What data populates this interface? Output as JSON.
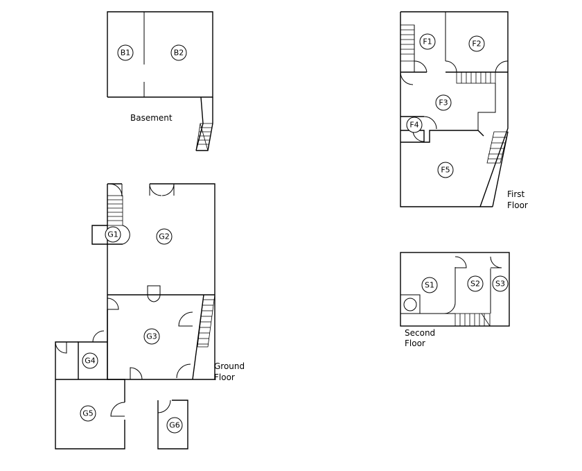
{
  "floors": {
    "basement": {
      "label": [
        "Basement"
      ]
    },
    "ground": {
      "label": [
        "Ground",
        "Floor"
      ]
    },
    "first": {
      "label": [
        "First",
        "Floor"
      ]
    },
    "second": {
      "label": [
        "Second",
        "Floor"
      ]
    }
  },
  "rooms": {
    "B1": "B1",
    "B2": "B2",
    "G1": "G1",
    "G2": "G2",
    "G3": "G3",
    "G4": "G4",
    "G5": "G5",
    "G6": "G6",
    "F1": "F1",
    "F2": "F2",
    "F3": "F3",
    "F4": "F4",
    "F5": "F5",
    "S1": "S1",
    "S2": "S2",
    "S3": "S3"
  }
}
